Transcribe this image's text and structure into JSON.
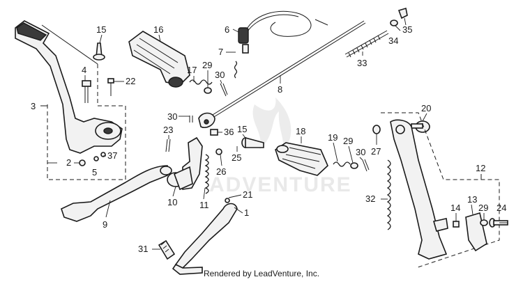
{
  "diagram": {
    "callouts": [
      {
        "id": "c15a",
        "label": "15"
      },
      {
        "id": "c16",
        "label": "16"
      },
      {
        "id": "c6",
        "label": "6"
      },
      {
        "id": "c7",
        "label": "7"
      },
      {
        "id": "c35",
        "label": "35"
      },
      {
        "id": "c34",
        "label": "34"
      },
      {
        "id": "c33",
        "label": "33"
      },
      {
        "id": "c4",
        "label": "4"
      },
      {
        "id": "c22",
        "label": "22"
      },
      {
        "id": "c17",
        "label": "17"
      },
      {
        "id": "c29a",
        "label": "29"
      },
      {
        "id": "c30a",
        "label": "30"
      },
      {
        "id": "c8",
        "label": "8"
      },
      {
        "id": "c3",
        "label": "3"
      },
      {
        "id": "c30b",
        "label": "30"
      },
      {
        "id": "c20",
        "label": "20"
      },
      {
        "id": "c23",
        "label": "23"
      },
      {
        "id": "c36",
        "label": "36"
      },
      {
        "id": "c15b",
        "label": "15"
      },
      {
        "id": "c18",
        "label": "18"
      },
      {
        "id": "c19",
        "label": "19"
      },
      {
        "id": "c29b",
        "label": "29"
      },
      {
        "id": "c30c",
        "label": "30"
      },
      {
        "id": "c27",
        "label": "27"
      },
      {
        "id": "c37",
        "label": "37"
      },
      {
        "id": "c2",
        "label": "2"
      },
      {
        "id": "c5",
        "label": "5"
      },
      {
        "id": "c25",
        "label": "25"
      },
      {
        "id": "c26",
        "label": "26"
      },
      {
        "id": "c12",
        "label": "12"
      },
      {
        "id": "c10",
        "label": "10"
      },
      {
        "id": "c11",
        "label": "11"
      },
      {
        "id": "c21",
        "label": "21"
      },
      {
        "id": "c32",
        "label": "32"
      },
      {
        "id": "c1",
        "label": "1"
      },
      {
        "id": "c13",
        "label": "13"
      },
      {
        "id": "c14",
        "label": "14"
      },
      {
        "id": "c29c",
        "label": "29"
      },
      {
        "id": "c24",
        "label": "24"
      },
      {
        "id": "c9",
        "label": "9"
      },
      {
        "id": "c31",
        "label": "31"
      }
    ],
    "watermark": "ADVENTURE",
    "footer": "Rendered by LeadVenture, Inc."
  }
}
